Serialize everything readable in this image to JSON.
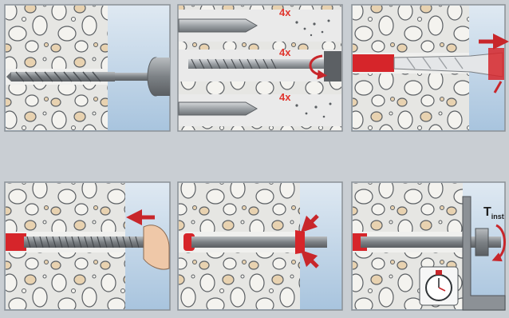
{
  "steps": [
    {
      "id": 1,
      "action": "drill-hole"
    },
    {
      "id": 2,
      "action": "clean-hole",
      "repeat_labels": [
        "4x",
        "4x",
        "4x"
      ]
    },
    {
      "id": 3,
      "action": "inject-mortar"
    },
    {
      "id": 4,
      "action": "insert-threaded-rod"
    },
    {
      "id": 5,
      "action": "cure-and-check-excess"
    },
    {
      "id": 6,
      "action": "tighten-nut",
      "torque_label": {
        "main": "T",
        "sub": "inst"
      }
    }
  ],
  "colors": {
    "background": "#c9ced3",
    "panel_border": "#8a9096",
    "concrete": "#e6e6e3",
    "stone": "#f4f3ef",
    "stone_tan": "#e8d2b0",
    "mortar_red": "#d6252a",
    "arrow_red": "#c8262b",
    "rod_gray": "#7f8488",
    "sky_top": "#dfe9f2",
    "sky_bottom": "#a8c4de",
    "count_red": "#e0352d"
  }
}
